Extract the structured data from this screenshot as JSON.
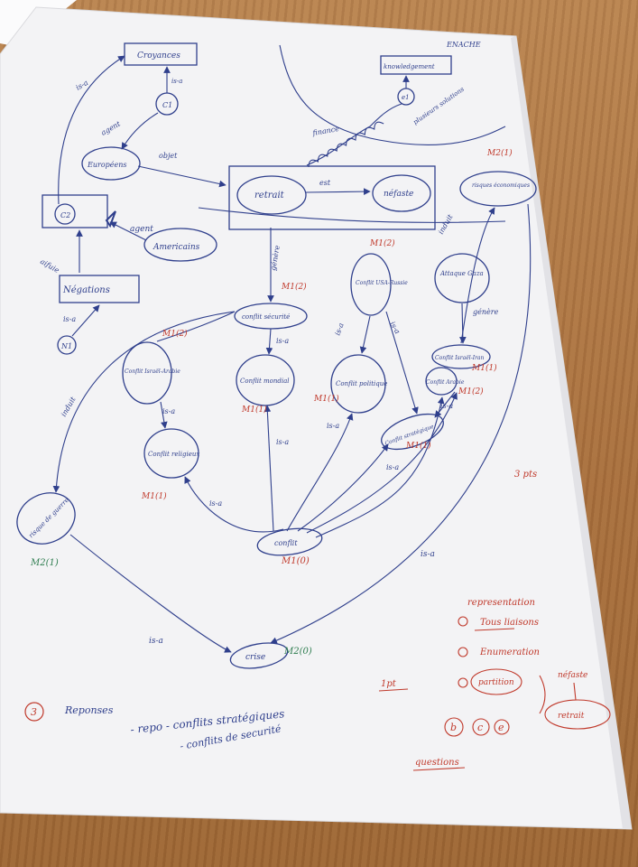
{
  "colors": {
    "pen_blue": "#2f3f8c",
    "pen_red": "#c0392b",
    "pen_green": "#2e7d4f",
    "paper": "#f4f4f6"
  },
  "header": {
    "top_right": "ENACHE"
  },
  "nodes": {
    "croyances": "Croyances",
    "c1": "C1",
    "c2": "C2",
    "europeens": "Européens",
    "americains": "Americains",
    "retrait": "retrait",
    "nefaste": "néfaste",
    "negations": "Négations",
    "n1": "N1",
    "knowledge": "knowledgement",
    "e1": "e1",
    "risques_economiques": "risques économiques",
    "attaque_gaza": "Attaque Gaza",
    "conflit_usa_russie": "Conflit USA-Russie",
    "conflit_securite": "conflit sécurité",
    "conflit_israel_arabie": "Conflit Israël-Arabie",
    "conflit_mondial": "Conflit mondial",
    "conflit_politique": "Conflit politique",
    "conflit_israel_iran": "Conflit Israël-Iran",
    "conflits_religieux": "Conflit religieux",
    "conflit_strategique": "Conflit stratégique",
    "conflit_arabie": "Conflit Arabie",
    "risque_de_guerre": "risque de guerre",
    "conflit": "conflit",
    "crise": "crise"
  },
  "edge_labels": {
    "is_a": "is-a",
    "agent": "agent",
    "objet": "objet",
    "est": "est",
    "genere": "génère",
    "induit": "induit",
    "aifuie": "aifuie",
    "finance": "finance",
    "plusieurs": "plusieurs solutions"
  },
  "grades": {
    "m2_1_top": "M2(1)",
    "m1_2_usa": "M1(2)",
    "m1_2_secu": "M1(2)",
    "m1_2_israel": "M1(2)",
    "m1_1_mondial": "M1(1)",
    "m1_1_politique": "M1(1)",
    "m1_1_religieux": "M1(1)",
    "m1_1_strat": "M1(1)",
    "m1_1_iran": "M1(1)",
    "m1_2_iran": "M1(2)",
    "m1_0": "M1(0)",
    "m2_1_guerre": "M2(1)",
    "m2_0": "M2(0)",
    "pts3": "3 pts",
    "pt1": "1pt"
  },
  "answers": {
    "number": "3",
    "label": "Reponses",
    "line1": "- repo - conflits stratégiques",
    "line2": "- conflits de securité"
  },
  "notes": {
    "representation": "representation",
    "tous_lien": "Tous liaisons",
    "enumerer": "Enumeration",
    "partition": "partition",
    "nefaste": "néfaste",
    "retrait": "retrait",
    "b": "b",
    "c": "c",
    "e": "e",
    "questions": "questions"
  }
}
